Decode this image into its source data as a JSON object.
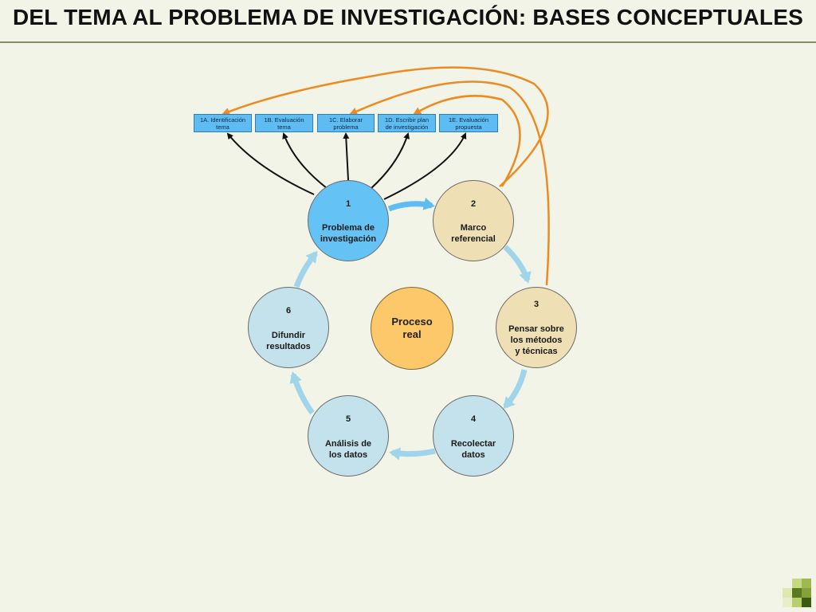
{
  "title": "DEL TEMA AL PROBLEMA DE INVESTIGACIÓN: BASES CONCEPTUALES",
  "boxes": [
    {
      "label": "1A. Identificación\ntema"
    },
    {
      "label": "1B. Evaluación\ntema"
    },
    {
      "label": "1C. Elaborar\nproblema"
    },
    {
      "label": "1D. Escribir plan\nde investigación"
    },
    {
      "label": "1E. Evaluación\npropuesta"
    }
  ],
  "nodes": [
    {
      "num": "1",
      "label": "Problema de\ninvestigación",
      "color": "#64c3f4"
    },
    {
      "num": "2",
      "label": "Marco\nreferencial",
      "color": "#efdfb4"
    },
    {
      "num": "3",
      "label": "Pensar sobre\nlos métodos\ny técnicas",
      "color": "#efdfb4"
    },
    {
      "num": "4",
      "label": "Recolectar\ndatos",
      "color": "#c3e2ec"
    },
    {
      "num": "5",
      "label": "Análisis de\nlos datos",
      "color": "#c3e2ec"
    },
    {
      "num": "6",
      "label": "Difundir\nresultados",
      "color": "#c3e2ec"
    }
  ],
  "center": {
    "label": "Proceso\nreal",
    "color": "#fcc86a"
  },
  "colors": {
    "feedback_arrow": "#ee8a22",
    "cycle_arrow": "#9fd4ea",
    "branch_arrow": "#111111"
  }
}
